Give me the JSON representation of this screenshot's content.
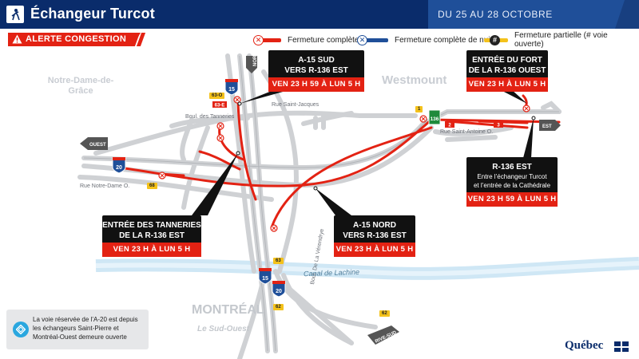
{
  "header": {
    "title": "Échangeur Turcot",
    "dates": "DU 25 AU 28 OCTOBRE"
  },
  "legend": {
    "alert": "ALERTE CONGESTION",
    "full_closure": "Fermeture complète",
    "night_closure": "Fermeture complète de nuit",
    "partial_closure": "Fermeture partielle (# voie ouverte)",
    "partial_symbol": "#",
    "colors": {
      "red": "#e32213",
      "blue": "#1f4f99",
      "yellow": "#f4c21b"
    }
  },
  "places": {
    "ndg": "Notre-Dame-de-Grâce",
    "westmount": "Westmount",
    "montreal": "MONTRÉAL",
    "sud_ouest": "Le Sud-Ouest"
  },
  "streets": {
    "saint_jacques": "Rue Saint-Jacques",
    "tanneries": "Boul. des Tanneries",
    "notre_dame": "Rue Notre-Dame O.",
    "saint_antoine": "Rue Saint-Antoine O.",
    "verendrye": "Boul. De La Vérendrye",
    "canal": "Canal de Lachine"
  },
  "routes": {
    "a15_top": "15",
    "a15_bottom": "15",
    "a20_left": "20",
    "a20_bottom": "20",
    "r136": "136",
    "nord": "NORD",
    "ouest": "OUEST",
    "est": "EST",
    "rive_sud": "RIVE-SUD",
    "exits": {
      "e63o": "63-O",
      "e63e": "63-E",
      "e68": "68",
      "e63": "63",
      "e62a": "62",
      "e62b": "62",
      "e1": "1",
      "e2": "2",
      "e3": "3"
    }
  },
  "callouts": {
    "a15_sud": {
      "title1": "A-15 SUD",
      "title2": "VERS R-136 EST",
      "time": "VEN 23 H 59 À LUN 5 H"
    },
    "fort": {
      "title1": "ENTRÉE DU FORT",
      "title2": "DE LA R-136 OUEST",
      "time": "VEN 23 H À LUN 5 H"
    },
    "r136_est": {
      "title1": "R-136 EST",
      "sub1": "Entre l’échangeur Turcot",
      "sub2": "et l’entrée de la Cathédrale",
      "time": "VEN 23 H 59 À LUN 5 H"
    },
    "tanneries": {
      "title1": "ENTRÉE DES TANNERIES",
      "title2": "DE LA R-136 EST",
      "time": "VEN 23 H À LUN 5 H"
    },
    "a15_nord": {
      "title1": "A-15 NORD",
      "title2": "VERS R-136 EST",
      "time": "VEN 23 H À LUN 5 H"
    }
  },
  "info": "La voie réservée de l’A-20 est depuis les échangeurs Saint-Pierre et Montréal-Ouest demeure ouverte",
  "footer": {
    "logo": "Québec"
  }
}
